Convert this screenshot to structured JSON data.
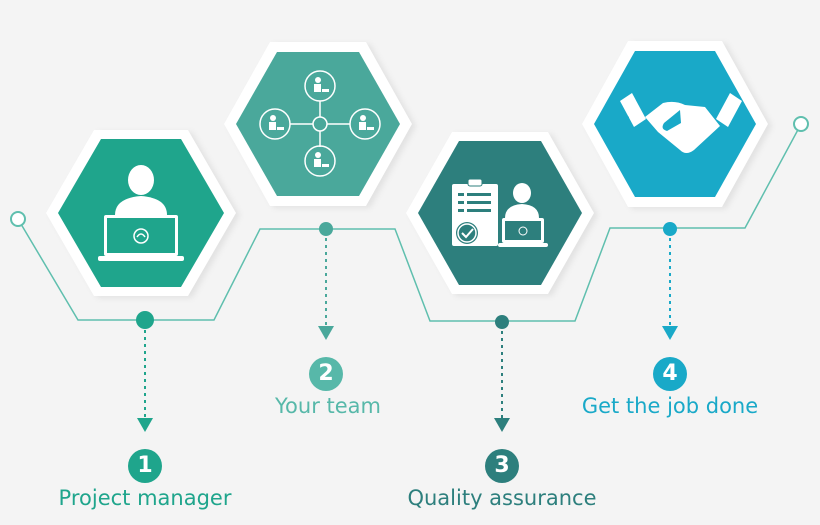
{
  "steps": [
    {
      "number": "1",
      "label": "Project manager",
      "color": "#1fa58c",
      "icon": "manager-laptop-icon"
    },
    {
      "number": "2",
      "label": "Your team",
      "color": "#4aa89b",
      "icon": "team-network-icon"
    },
    {
      "number": "3",
      "label": "Quality assurance",
      "color": "#2d7f7d",
      "icon": "qa-checklist-icon"
    },
    {
      "number": "4",
      "label": "Get the job done",
      "color": "#19a9c8",
      "icon": "handshake-icon"
    }
  ],
  "colors": {
    "line": "#5fbfae",
    "background": "#f4f4f4",
    "hex_shadow": "#e6e6e6",
    "label_text_1": "#1fa58c",
    "label_text_2": "#57b8a9",
    "label_text_3": "#2d7f7d",
    "label_text_4": "#19a9c8"
  }
}
